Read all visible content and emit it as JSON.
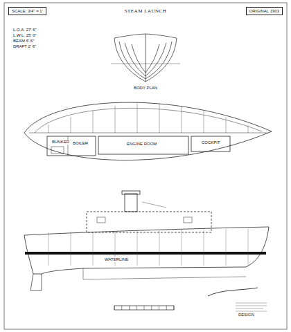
{
  "diagram": {
    "title": "STEAM LAUNCH",
    "nodes": [
      {
        "text": [
          "SCALE: 3/4\" = 1'"
        ]
      },
      {
        "text": [
          "ORIGINAL 1903"
        ]
      }
    ],
    "labels": [
      "L.O.A. 27' 6\"",
      "L.W.L. 25' 0\"",
      "BEAM 6' 6\"",
      "DRAFT 2' 6\"",
      "BODY PLAN",
      "ENGINE ROOM",
      "BOILER",
      "COCKPIT",
      "BUNKER",
      "WATERLINE",
      "DESIGN"
    ]
  }
}
